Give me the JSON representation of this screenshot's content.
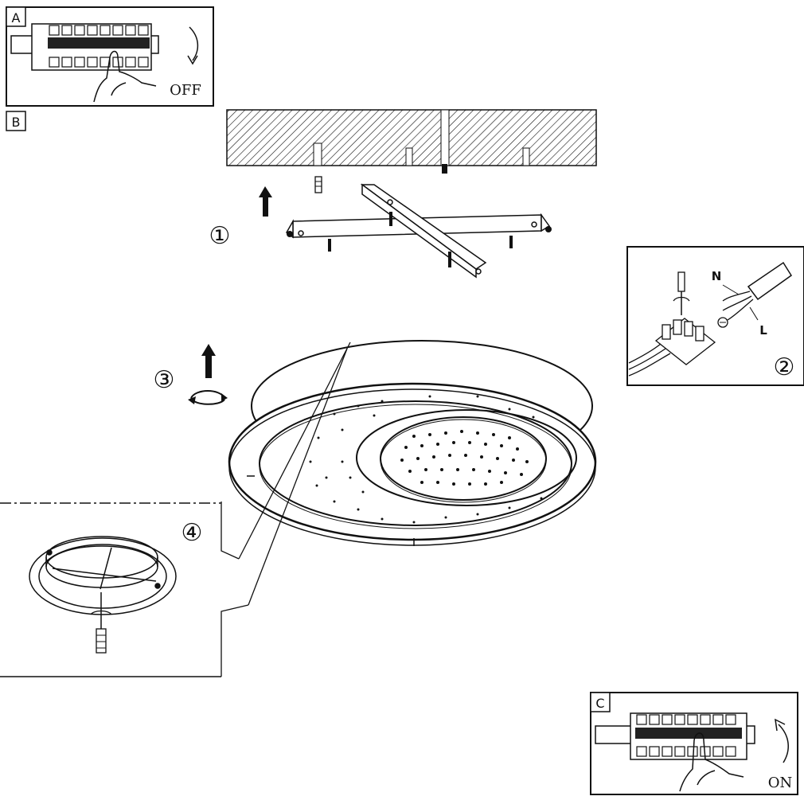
{
  "panel_a": {
    "letter": "A",
    "state": "OFF"
  },
  "panel_b": {
    "letter": "B"
  },
  "panel_c": {
    "letter": "C",
    "state": "ON"
  },
  "steps": {
    "step1": "①",
    "step2": "②",
    "step3": "③",
    "step4": "④"
  },
  "wires": {
    "neutral": "N",
    "live": "L"
  },
  "colors": {
    "line": "#111111",
    "background": "#ffffff"
  },
  "icons": [
    "breaker-switch-icon",
    "hand-icon",
    "rotate-arrow-icon",
    "up-arrow-icon",
    "screwdriver-icon",
    "screw-icon",
    "wall-plug-icon",
    "terminal-block-icon",
    "ground-symbol-icon"
  ]
}
